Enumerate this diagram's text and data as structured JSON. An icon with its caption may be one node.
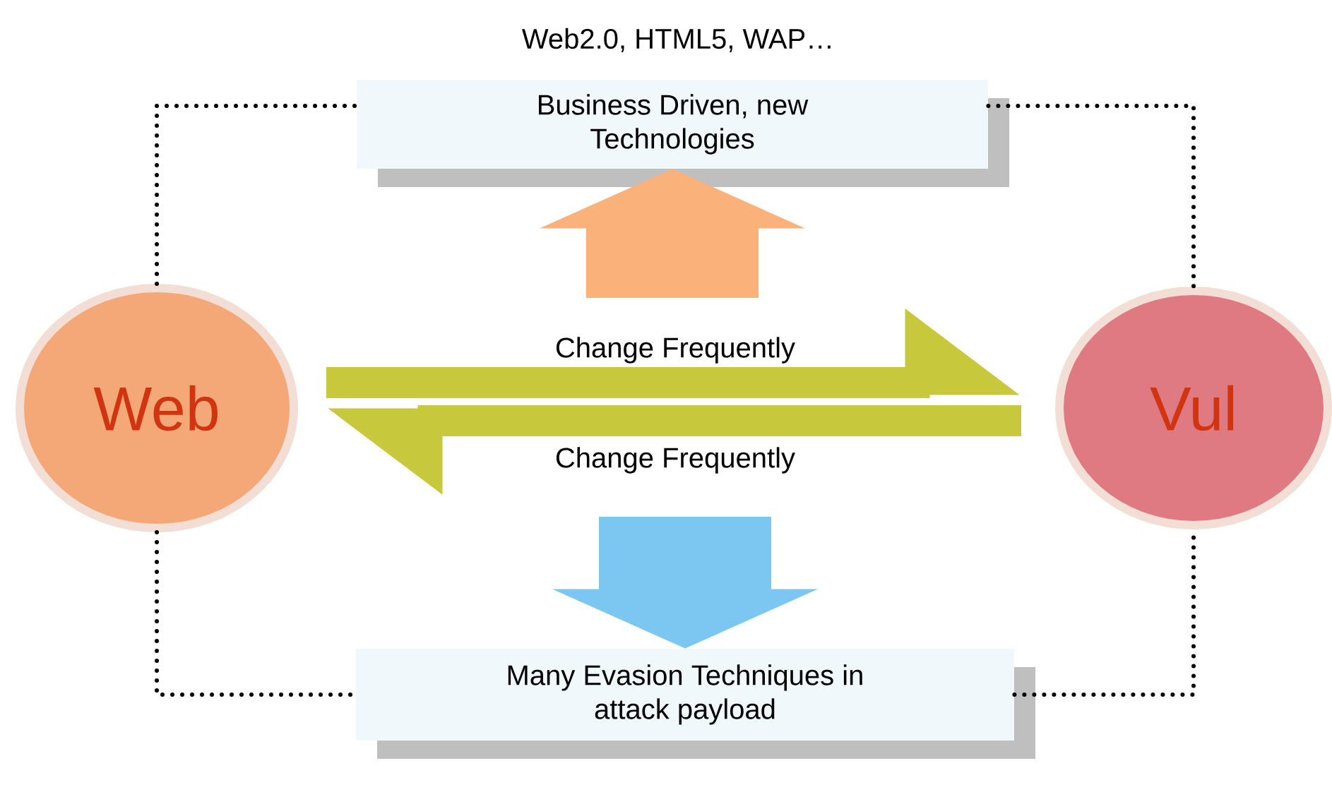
{
  "diagram": {
    "nodes": [
      {
        "text": [
          "Web2.0, HTML5, WAP…",
          "Business Driven, new Technologies"
        ]
      },
      {
        "text": [
          "Web"
        ]
      },
      {
        "text": [
          "Vul"
        ]
      },
      {
        "text": [
          "Many Evasion Techniques in attack payload"
        ]
      }
    ],
    "edges": [
      {
        "from": 1,
        "to": 0,
        "arrow": "none",
        "style": "dashed"
      },
      {
        "from": 0,
        "to": 2,
        "arrow": "none",
        "style": "dashed"
      },
      {
        "from": 1,
        "to": 3,
        "arrow": "none",
        "style": "dashed"
      },
      {
        "from": 3,
        "to": 2,
        "arrow": "none",
        "style": "dashed"
      },
      {
        "from": 1,
        "to": 2,
        "arrow": "to",
        "style": "thick",
        "color": "#c8c83c",
        "label": "Change Frequently"
      },
      {
        "from": 2,
        "to": 1,
        "arrow": "to",
        "style": "thick",
        "color": "#c8c83c",
        "label": "Change Frequently"
      },
      {
        "from": null,
        "to": 0,
        "arrow": "to",
        "style": "thick",
        "color": "#fbb27a"
      },
      {
        "from": null,
        "to": 3,
        "arrow": "to",
        "style": "thick",
        "color": "#7cc6f2"
      }
    ]
  }
}
